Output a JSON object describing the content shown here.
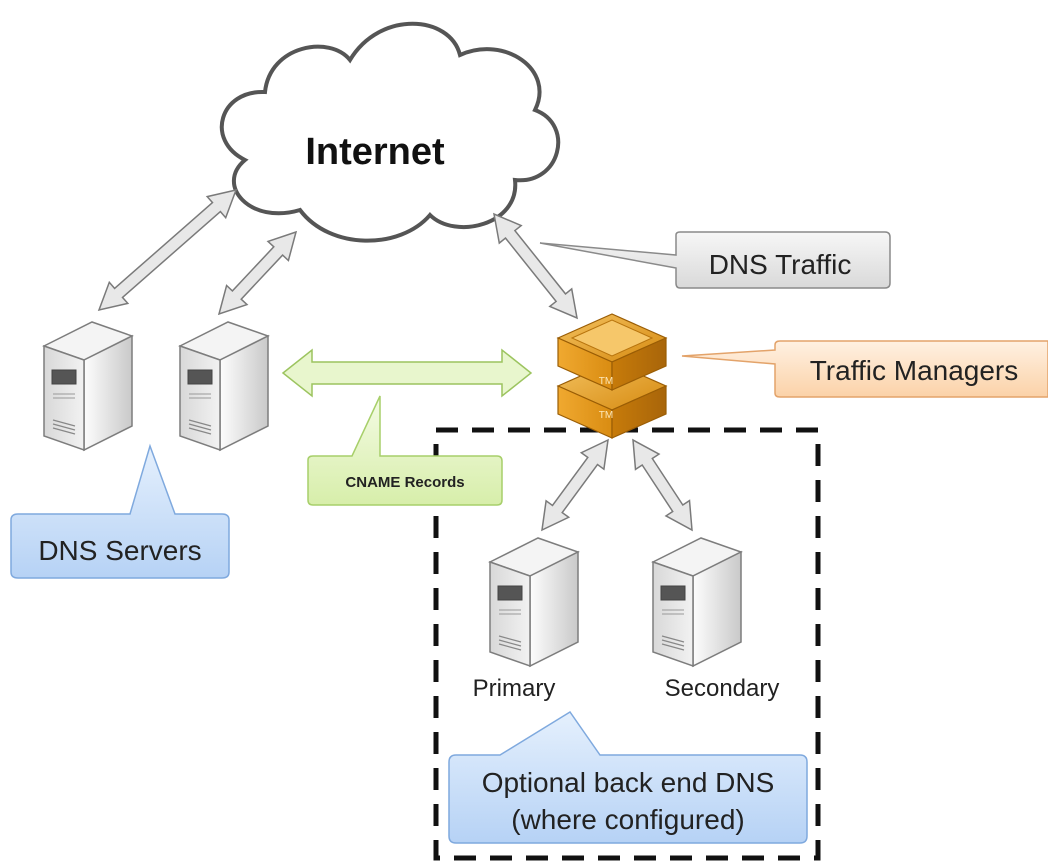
{
  "cloud": {
    "label": "Internet"
  },
  "callouts": {
    "dns_traffic": "DNS Traffic",
    "traffic_managers": "Traffic Managers",
    "cname_records": "CNAME Records",
    "dns_servers": "DNS Servers",
    "optional_line1": "Optional back end DNS",
    "optional_line2": "(where configured)"
  },
  "servers": {
    "primary_label": "Primary",
    "secondary_label": "Secondary"
  },
  "traffic_manager": {
    "badge_top": "TM",
    "badge_bottom": "TM"
  },
  "colors": {
    "cloud_fill": "#ffffff",
    "arrow_fill": "#e6e6e6",
    "cname_arrow_fill": "#e4f5c8",
    "gray_callout": "#e9e9e9",
    "orange_callout": "#fde3c8",
    "green_callout": "#e8f6c9",
    "blue_callout": "#cfe2fa",
    "tm_box": "#e39a1a"
  }
}
